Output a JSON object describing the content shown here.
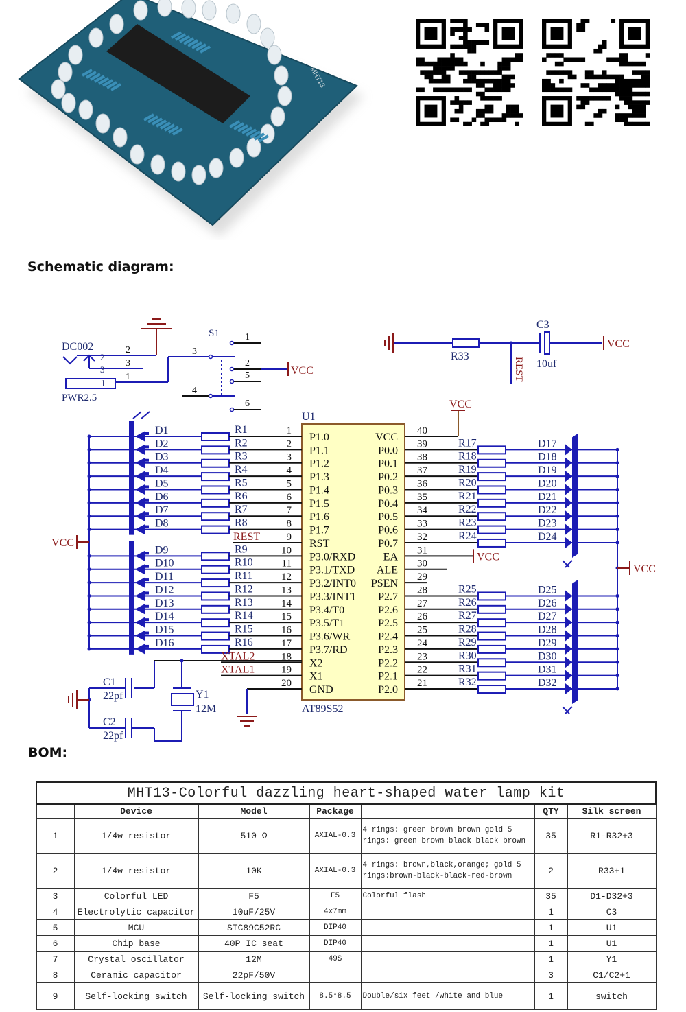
{
  "product_photo": {
    "silk_text": "MHT13"
  },
  "qr_codes": [
    "qr-code-1",
    "qr-code-2"
  ],
  "headings": {
    "schematic": "Schematic diagram:",
    "bom": "BOM:"
  },
  "schematic": {
    "power_jack": {
      "ref": "DC002",
      "body": "PWR2.5",
      "pin_labels": [
        "2",
        "3",
        "1"
      ],
      "wire_labels": [
        "2",
        "3",
        "1"
      ]
    },
    "switch": {
      "ref": "S1",
      "pins": [
        "1",
        "2",
        "5",
        "6",
        "3",
        "4"
      ]
    },
    "vcc": "VCC",
    "reset": {
      "resistor": "R33",
      "capacitor": "C3",
      "cap_value": "10uf",
      "net": "REST"
    },
    "crystal": {
      "ref": "Y1",
      "value": "12M",
      "c1": "C1",
      "c1_value": "22pf",
      "c2": "C2",
      "c2_value": "22pf"
    },
    "u1": {
      "ref": "U1",
      "part": "AT89S52",
      "left_pins": [
        {
          "num": "1",
          "name": "P1.0",
          "label": "R1",
          "led": "D1"
        },
        {
          "num": "2",
          "name": "P1.1",
          "label": "R2",
          "led": "D2"
        },
        {
          "num": "3",
          "name": "P1.2",
          "label": "R3",
          "led": "D3"
        },
        {
          "num": "4",
          "name": "P1.3",
          "label": "R4",
          "led": "D4"
        },
        {
          "num": "5",
          "name": "P1.4",
          "label": "R5",
          "led": "D5"
        },
        {
          "num": "6",
          "name": "P1.5",
          "label": "R6",
          "led": "D6"
        },
        {
          "num": "7",
          "name": "P1.6",
          "label": "R7",
          "led": "D7"
        },
        {
          "num": "8",
          "name": "P1.7",
          "label": "R8",
          "led": "D8"
        },
        {
          "num": "9",
          "name": "RST",
          "label": "REST",
          "led": ""
        },
        {
          "num": "10",
          "name": "P3.0/RXD",
          "label": "R9",
          "led": "D9"
        },
        {
          "num": "11",
          "name": "P3.1/TXD",
          "label": "R10",
          "led": "D10"
        },
        {
          "num": "12",
          "name": "P3.2/INT0",
          "label": "R11",
          "led": "D11"
        },
        {
          "num": "13",
          "name": "P3.3/INT1",
          "label": "R12",
          "led": "D12"
        },
        {
          "num": "14",
          "name": "P3.4/T0",
          "label": "R13",
          "led": "D13"
        },
        {
          "num": "15",
          "name": "P3.5/T1",
          "label": "R14",
          "led": "D14"
        },
        {
          "num": "16",
          "name": "P3.6/WR",
          "label": "R15",
          "led": "D15"
        },
        {
          "num": "17",
          "name": "P3.7/RD",
          "label": "R16",
          "led": "D16"
        },
        {
          "num": "18",
          "name": "X2",
          "label": "XTAL2",
          "led": ""
        },
        {
          "num": "19",
          "name": "X1",
          "label": "XTAL1",
          "led": ""
        },
        {
          "num": "20",
          "name": "GND",
          "label": "",
          "led": ""
        }
      ],
      "right_pins": [
        {
          "num": "40",
          "name": "VCC",
          "label": "",
          "led": ""
        },
        {
          "num": "39",
          "name": "P0.0",
          "label": "R17",
          "led": "D17"
        },
        {
          "num": "38",
          "name": "P0.1",
          "label": "R18",
          "led": "D18"
        },
        {
          "num": "37",
          "name": "P0.2",
          "label": "R19",
          "led": "D19"
        },
        {
          "num": "36",
          "name": "P0.3",
          "label": "R20",
          "led": "D20"
        },
        {
          "num": "35",
          "name": "P0.4",
          "label": "R21",
          "led": "D21"
        },
        {
          "num": "34",
          "name": "P0.5",
          "label": "R22",
          "led": "D22"
        },
        {
          "num": "33",
          "name": "P0.6",
          "label": "R23",
          "led": "D23"
        },
        {
          "num": "32",
          "name": "P0.7",
          "label": "R24",
          "led": "D24"
        },
        {
          "num": "31",
          "name": "EA",
          "label": "",
          "led": ""
        },
        {
          "num": "30",
          "name": "ALE",
          "label": "",
          "led": ""
        },
        {
          "num": "29",
          "name": "PSEN",
          "label": "",
          "led": ""
        },
        {
          "num": "28",
          "name": "P2.7",
          "label": "R25",
          "led": "D25"
        },
        {
          "num": "27",
          "name": "P2.6",
          "label": "R26",
          "led": "D26"
        },
        {
          "num": "26",
          "name": "P2.5",
          "label": "R27",
          "led": "D27"
        },
        {
          "num": "25",
          "name": "P2.4",
          "label": "R28",
          "led": "D28"
        },
        {
          "num": "24",
          "name": "P2.3",
          "label": "R29",
          "led": "D29"
        },
        {
          "num": "23",
          "name": "P2.2",
          "label": "R30",
          "led": "D30"
        },
        {
          "num": "22",
          "name": "P2.1",
          "label": "R31",
          "led": "D31"
        },
        {
          "num": "21",
          "name": "P2.0",
          "label": "R32",
          "led": "D32"
        }
      ]
    },
    "colors": {
      "wire": "#1c1cb4",
      "label": "#1e2a6e",
      "net_label": "#8b1a1a",
      "chip_fill": "#ffffc4",
      "chip_border": "#8b5a2b"
    }
  },
  "bom": {
    "title": "MHT13-Colorful dazzling heart-shaped water lamp kit",
    "headers": [
      "",
      "Device",
      "Model",
      "Package",
      "",
      "QTY",
      "Silk screen"
    ],
    "rows": [
      {
        "no": "1",
        "device": "1/4w resistor",
        "model": "510 Ω",
        "package": "AXIAL-0.3",
        "note": "4 rings: green brown brown gold 5 rings: green brown black black brown",
        "qty": "35",
        "silk": "R1-R32+3"
      },
      {
        "no": "2",
        "device": "1/4w resistor",
        "model": "10K",
        "package": "AXIAL-0.3",
        "note": "4 rings: brown,black,orange; gold 5 rings:brown-black-black-red-brown",
        "qty": "2",
        "silk": "R33+1"
      },
      {
        "no": "3",
        "device": "Colorful LED",
        "model": "F5",
        "package": "F5",
        "note": "Colorful flash",
        "qty": "35",
        "silk": "D1-D32+3"
      },
      {
        "no": "4",
        "device": "Electrolytic capacitor",
        "model": "10uF/25V",
        "package": "4x7mm",
        "note": "",
        "qty": "1",
        "silk": "C3"
      },
      {
        "no": "5",
        "device": "MCU",
        "model": "STC89C52RC",
        "package": "DIP40",
        "note": "",
        "qty": "1",
        "silk": "U1"
      },
      {
        "no": "6",
        "device": "Chip base",
        "model": "40P IC seat",
        "package": "DIP40",
        "note": "",
        "qty": "1",
        "silk": "U1"
      },
      {
        "no": "7",
        "device": "Crystal oscillator",
        "model": "12M",
        "package": "49S",
        "note": "",
        "qty": "1",
        "silk": "Y1"
      },
      {
        "no": "8",
        "device": "Ceramic capacitor",
        "model": "22pF/50V",
        "package": "",
        "note": "",
        "qty": "3",
        "silk": "C1/C2+1"
      },
      {
        "no": "9",
        "device": "Self-locking switch",
        "model": "Self-locking switch",
        "package": "8.5*8.5",
        "note": "Double/six feet /white and blue",
        "qty": "1",
        "silk": "switch"
      }
    ]
  }
}
